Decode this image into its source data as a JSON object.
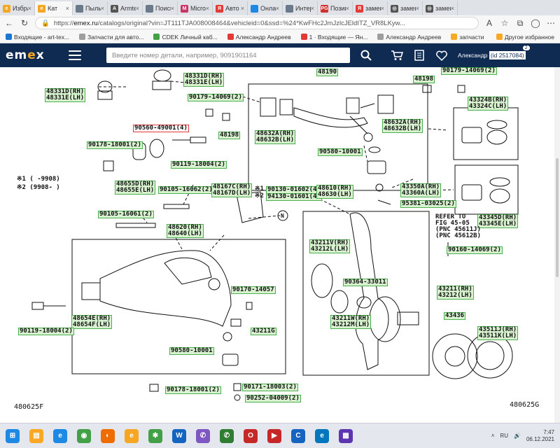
{
  "browser": {
    "tabs": [
      {
        "label": "Избран",
        "color": "#f5a623",
        "glyph": "e"
      },
      {
        "label": "Кат",
        "color": "#f5a623",
        "glyph": "e",
        "active": true
      },
      {
        "label": "Пыльн",
        "color": "#6b7a8a",
        "glyph": ""
      },
      {
        "label": "Armtek",
        "color": "#555555",
        "glyph": "A"
      },
      {
        "label": "Поиск",
        "color": "#6b7a8a",
        "glyph": ""
      },
      {
        "label": "Micro F",
        "color": "#cc3366",
        "glyph": "M"
      },
      {
        "label": "Авто Е",
        "color": "#e53935",
        "glyph": "Я"
      },
      {
        "label": "Онлайн",
        "color": "#1e88e5",
        "glyph": ""
      },
      {
        "label": "Интерн",
        "color": "#6b7a8a",
        "glyph": ""
      },
      {
        "label": "Позици",
        "color": "#d32f2f",
        "glyph": "PG"
      },
      {
        "label": "замен",
        "color": "#e53935",
        "glyph": "Я"
      },
      {
        "label": "замен",
        "color": "#555555",
        "glyph": "◎"
      },
      {
        "label": "замен",
        "color": "#555555",
        "glyph": "◎"
      }
    ],
    "url_prefix": "https://",
    "url_host": "emex.ru",
    "url_path": "/catalogs/original?vin=JT111TJA008008464&vehicleid=0&ssd=%24*KwFHc2JmJzlcJEldITZ_VR8LKyw...",
    "bookmarks": [
      {
        "label": "Входящие - art-tex...",
        "color": "#1976d2"
      },
      {
        "label": "Запчасти для авто...",
        "color": "#9e9e9e"
      },
      {
        "label": "CDEK Личный каб...",
        "color": "#43a047"
      },
      {
        "label": "Александр Андреев",
        "color": "#e53935"
      },
      {
        "label": "1 · Входящие — Ян...",
        "color": "#e53935"
      },
      {
        "label": "Александр Андреев",
        "color": "#9e9e9e"
      },
      {
        "label": "запчасти",
        "color": "#f9a825"
      },
      {
        "label": "Другое избранное",
        "color": "#f9a825"
      }
    ]
  },
  "site": {
    "logo_pre": "em",
    "logo_o": "e",
    "logo_post": "x",
    "search_placeholder": "Введите номер детали, например, 9091901164",
    "user_name": "Александр",
    "user_id": "(id 2517084)",
    "cart_badge": "2"
  },
  "diagram": {
    "codes": {
      "left": "480625F",
      "right": "480625G"
    },
    "notes": [
      {
        "id": "n1",
        "text": "※1 (     -9908)"
      },
      {
        "id": "n2",
        "text": "※2 (9908-      )"
      },
      {
        "id": "n3",
        "text": "※1"
      },
      {
        "id": "n4",
        "text": "※2"
      },
      {
        "id": "n5",
        "text": "REFER TO"
      },
      {
        "id": "n6",
        "text": "FIG 45-05"
      },
      {
        "id": "n7",
        "text": "(PNC 45611J)"
      },
      {
        "id": "n8",
        "text": "(PNC 45612B)"
      },
      {
        "id": "n9",
        "text": "N"
      }
    ],
    "parts": [
      {
        "id": "p01",
        "l1": "48331D(RH)",
        "l2": "48331E(LH)"
      },
      {
        "id": "p02",
        "l1": "48331D(RH)",
        "l2": "48331E(LH)"
      },
      {
        "id": "p03",
        "l1": "90179-14069(2)"
      },
      {
        "id": "p04",
        "l1": "90178-18001(2)"
      },
      {
        "id": "p05",
        "l1": "90560-49001(4)"
      },
      {
        "id": "p06",
        "l1": "90119-18004(2)"
      },
      {
        "id": "p07",
        "l1": "48655D(RH)",
        "l2": "48655E(LH)"
      },
      {
        "id": "p08",
        "l1": "90105-16062(2)"
      },
      {
        "id": "p09",
        "l1": "90105-16061(2)"
      },
      {
        "id": "p10",
        "l1": "48167C(RH)",
        "l2": "48167D(LH)"
      },
      {
        "id": "p11",
        "l1": "48620(RH)",
        "l2": "48640(LH)"
      },
      {
        "id": "p12",
        "l1": "90170-14057"
      },
      {
        "id": "p13",
        "l1": "43211G"
      },
      {
        "id": "p14",
        "l1": "48654E(RH)",
        "l2": "48654F(LH)"
      },
      {
        "id": "p15",
        "l1": "90119-18004(2)"
      },
      {
        "id": "p16",
        "l1": "90580-10001"
      },
      {
        "id": "p17",
        "l1": "90178-18001(2)"
      },
      {
        "id": "p18",
        "l1": "90171-18003(2)"
      },
      {
        "id": "p19",
        "l1": "90252-04009(2)"
      },
      {
        "id": "p20",
        "l1": "48190"
      },
      {
        "id": "p21",
        "l1": "48198"
      },
      {
        "id": "p22",
        "l1": "90179-14069(2)"
      },
      {
        "id": "p23",
        "l1": "48198"
      },
      {
        "id": "p24",
        "l1": "48632A(RH)",
        "l2": "48632B(LH)"
      },
      {
        "id": "p25",
        "l1": "48632A(RH)",
        "l2": "48632B(LH)"
      },
      {
        "id": "p26",
        "l1": "90580-10001"
      },
      {
        "id": "p27",
        "l1": "90130-01602(4)"
      },
      {
        "id": "p28",
        "l1": "94130-01601(4)"
      },
      {
        "id": "p29",
        "l1": "48610(RH)",
        "l2": "48630(LH)"
      },
      {
        "id": "p30",
        "l1": "43324B(RH)",
        "l2": "43324C(LH)"
      },
      {
        "id": "p31",
        "l1": "43350A(RH)",
        "l2": "43360A(LH)"
      },
      {
        "id": "p32",
        "l1": "95381-03025(2)"
      },
      {
        "id": "p33",
        "l1": "43345D(RH)",
        "l2": "43345E(LH)"
      },
      {
        "id": "p34",
        "l1": "43211V(RH)",
        "l2": "43212L(LH)"
      },
      {
        "id": "p35",
        "l1": "90364-33011"
      },
      {
        "id": "p36",
        "l1": "43211W(RH)",
        "l2": "43212M(LH)"
      },
      {
        "id": "p37",
        "l1": "43211(RH)",
        "l2": "43212(LH)"
      },
      {
        "id": "p38",
        "l1": "43436"
      },
      {
        "id": "p39",
        "l1": "43511J(RH)",
        "l2": "43511K(LH)"
      },
      {
        "id": "p40",
        "l1": "90160-14069(2)"
      }
    ]
  },
  "taskbar": {
    "apps": [
      {
        "name": "start",
        "color": "#1e88e5",
        "glyph": "⊞"
      },
      {
        "name": "files",
        "color": "#f9a825",
        "glyph": "▤"
      },
      {
        "name": "edge",
        "color": "#1e88e5",
        "glyph": "e"
      },
      {
        "name": "chrome",
        "color": "#43a047",
        "glyph": "◉"
      },
      {
        "name": "firefox",
        "color": "#ef6c00",
        "glyph": "◐"
      },
      {
        "name": "emex",
        "color": "#f5a623",
        "glyph": "e"
      },
      {
        "name": "app7",
        "color": "#43a047",
        "glyph": "✱"
      },
      {
        "name": "word",
        "color": "#1565c0",
        "glyph": "W"
      },
      {
        "name": "viber",
        "color": "#7e57c2",
        "glyph": "✆"
      },
      {
        "name": "whatsapp",
        "color": "#2e7d32",
        "glyph": "✆"
      },
      {
        "name": "opera",
        "color": "#c62828",
        "glyph": "O"
      },
      {
        "name": "app12",
        "color": "#c62828",
        "glyph": "▶"
      },
      {
        "name": "ccleaner",
        "color": "#1565c0",
        "glyph": "C"
      },
      {
        "name": "edge2",
        "color": "#0277bd",
        "glyph": "e"
      },
      {
        "name": "app15",
        "color": "#5e35b1",
        "glyph": "▦"
      }
    ],
    "lang": "RU",
    "time": "7:47",
    "date": "06.12.2021"
  }
}
